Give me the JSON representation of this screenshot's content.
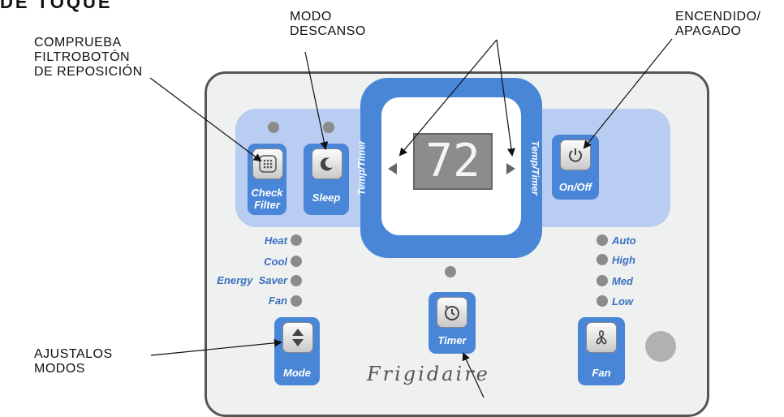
{
  "callouts": {
    "top_partial": "DE TOQUE",
    "check_filter": [
      "COMPRUEBA",
      "FILTROBOTÓN",
      "DE REPOSICIÓN"
    ],
    "sleep": [
      "MODO",
      "DESCANSO"
    ],
    "power": [
      "ENCENDIDO/",
      "APAGADO"
    ],
    "mode": [
      "AJUSTALOS",
      "MODOS"
    ]
  },
  "display": {
    "value": "72",
    "side_label_left": "Temp/Timer",
    "side_label_right": "Temp/Timer"
  },
  "buttons": {
    "check_filter": [
      "Check",
      "Filter"
    ],
    "sleep": "Sleep",
    "on_off": "On/Off",
    "timer": "Timer",
    "mode": "Mode",
    "fan": "Fan"
  },
  "modes": [
    "Heat",
    "Cool",
    "Energy  Saver",
    "Fan"
  ],
  "fan_speeds": [
    "Auto",
    "High",
    "Med",
    "Low"
  ],
  "brand": "Frigidaire",
  "icons": [
    "filter-icon",
    "moon-icon",
    "power-icon",
    "timer-icon",
    "up-down-icon",
    "fan-icon"
  ]
}
